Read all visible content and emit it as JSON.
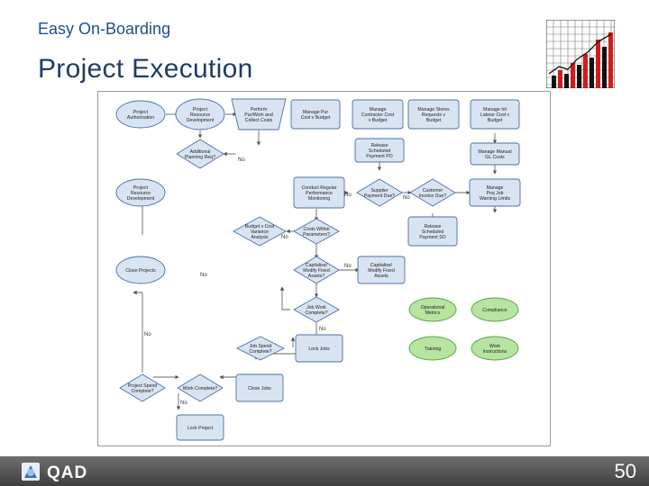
{
  "header": {
    "eyebrow": "Easy On-Boarding",
    "title": "Project Execution"
  },
  "footer": {
    "brand": "QAD",
    "page_number": "50"
  },
  "diagram": {
    "nodes": [
      {
        "id": "n1",
        "lines": [
          "Project",
          "Authorization"
        ]
      },
      {
        "id": "n2",
        "lines": [
          "Project",
          "Resource",
          "Development"
        ]
      },
      {
        "id": "n3",
        "lines": [
          "Perform",
          "Pur/Work and",
          "Collect Costs"
        ]
      },
      {
        "id": "n4",
        "lines": [
          "Manage Pur",
          "Cost v Budget"
        ]
      },
      {
        "id": "n5",
        "lines": [
          "Manage",
          "Contractor Cost",
          "v Budget"
        ]
      },
      {
        "id": "n6",
        "lines": [
          "Manage Stores",
          "Requests v",
          "Budget"
        ]
      },
      {
        "id": "n7",
        "lines": [
          "Manage Int",
          "Labour Cost v",
          "Budget"
        ]
      },
      {
        "id": "n8",
        "lines": [
          "Additional",
          "Planning Req?"
        ]
      },
      {
        "id": "n9",
        "lines": [
          "Release",
          "Scheduled",
          "Payment PO"
        ]
      },
      {
        "id": "n10",
        "lines": [
          "Manage Manual",
          "GL Costs"
        ]
      },
      {
        "id": "n11",
        "lines": [
          "Project",
          "Resource",
          "Development"
        ]
      },
      {
        "id": "n12",
        "lines": [
          "Conduct Regular",
          "Performance",
          "Monitoring"
        ]
      },
      {
        "id": "n13",
        "lines": [
          "Supplier",
          "Payment Due?"
        ]
      },
      {
        "id": "n14",
        "lines": [
          "Customer",
          "Invoice Due?"
        ]
      },
      {
        "id": "n15",
        "lines": [
          "Manage",
          "Proj Job",
          "Warning Limits"
        ]
      },
      {
        "id": "n16",
        "lines": [
          "Budget v Cost",
          "Variance",
          "Analysis"
        ]
      },
      {
        "id": "n17",
        "lines": [
          "Costs Within",
          "Parameters?"
        ]
      },
      {
        "id": "n18",
        "lines": [
          "Release",
          "Scheduled",
          "Payment SO"
        ]
      },
      {
        "id": "n19",
        "lines": [
          "Close Projects"
        ]
      },
      {
        "id": "n20",
        "lines": [
          "Capitalise/",
          "Modify Fixed",
          "Assets?"
        ]
      },
      {
        "id": "n21",
        "lines": [
          "Capitalise/",
          "Modify Fixed",
          "Assets"
        ]
      },
      {
        "id": "n22",
        "lines": [
          "Job Work",
          "Complete?"
        ]
      },
      {
        "id": "n23",
        "lines": [
          "Operational",
          "Metrics"
        ]
      },
      {
        "id": "n24",
        "lines": [
          "Compliance"
        ]
      },
      {
        "id": "n25",
        "lines": [
          "Job Spend",
          "Complete?"
        ]
      },
      {
        "id": "n26",
        "lines": [
          "Lock Jobs"
        ]
      },
      {
        "id": "n27",
        "lines": [
          "Training"
        ]
      },
      {
        "id": "n28",
        "lines": [
          "Work",
          "Instructions"
        ]
      },
      {
        "id": "n29",
        "lines": [
          "Project Spend",
          "Complete?"
        ]
      },
      {
        "id": "n30",
        "lines": [
          "Work Complete?"
        ]
      },
      {
        "id": "n31",
        "lines": [
          "Close Jobs"
        ]
      },
      {
        "id": "n32",
        "lines": [
          "Lock Project"
        ]
      }
    ],
    "edge_labels": [
      "No",
      "No",
      "No",
      "No",
      "No",
      "No",
      "No",
      "No",
      "No"
    ]
  },
  "colors": {
    "title": "#1f3d66",
    "eyebrow": "#1f4e8c",
    "node_fill": "#d9e4f2",
    "node_stroke": "#4a6fa5",
    "metric_fill": "#b7e4a1",
    "metric_stroke": "#5aa34a",
    "footer": "#4a4a4a"
  }
}
